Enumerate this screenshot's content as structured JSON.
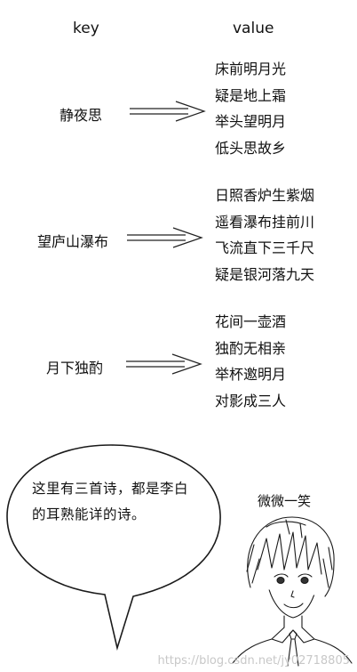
{
  "headers": {
    "key": "key",
    "value": "value"
  },
  "poems": [
    {
      "key": "静夜思",
      "lines": [
        "床前明月光",
        "疑是地上霜",
        "举头望明月",
        "低头思故乡"
      ]
    },
    {
      "key": "望庐山瀑布",
      "lines": [
        "日照香炉生紫烟",
        "遥看瀑布挂前川",
        "飞流直下三千尺",
        "疑是银河落九天"
      ]
    },
    {
      "key": "月下独酌",
      "lines": [
        "花间一壶酒",
        "独酌无相亲",
        "举杯邀明月",
        "对影成三人"
      ]
    }
  ],
  "speech_bubble": {
    "text": "这里有三首诗，都是李白的耳熟能详的诗。"
  },
  "character_caption": "微微一笑",
  "watermark": "https://blog.csdn.net/jy02718805"
}
